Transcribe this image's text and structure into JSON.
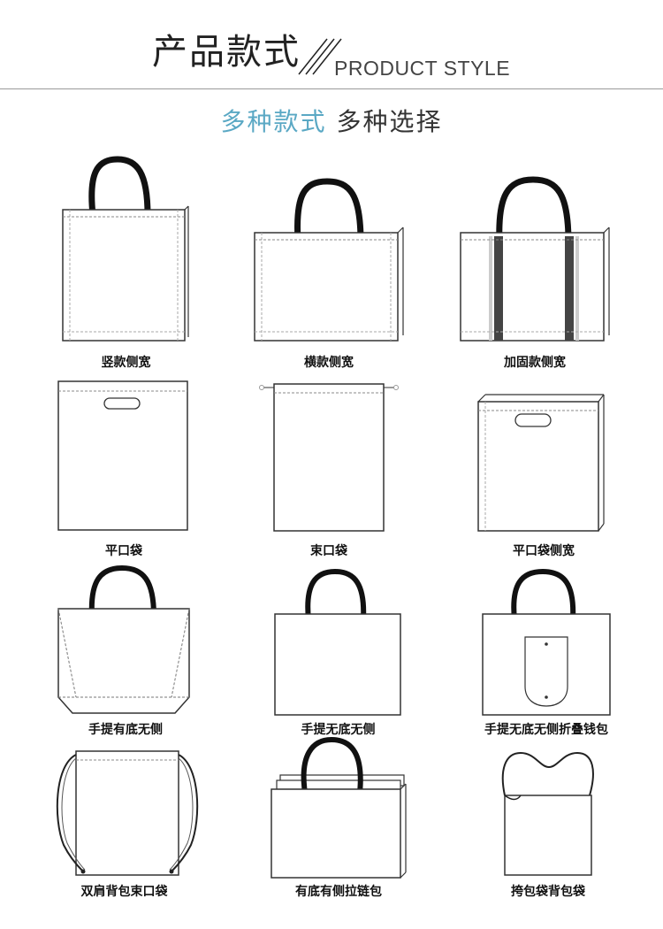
{
  "header": {
    "title_cn": "产品款式",
    "title_en": "PRODUCT STYLE",
    "subtitle_accent": "多种款式",
    "subtitle_plain": "多种选择"
  },
  "styles": [
    {
      "label": "竖款侧宽"
    },
    {
      "label": "横款侧宽"
    },
    {
      "label": "加固款侧宽"
    },
    {
      "label": "平口袋"
    },
    {
      "label": "束口袋"
    },
    {
      "label": "平口袋侧宽"
    },
    {
      "label": "手提有底无侧"
    },
    {
      "label": "手提无底无侧"
    },
    {
      "label": "手提无底无侧折叠钱包"
    },
    {
      "label": "双肩背包束口袋"
    },
    {
      "label": "有底有侧拉链包"
    },
    {
      "label": "挎包袋背包袋"
    }
  ],
  "colors": {
    "accent": "#5aa8c4",
    "line": "#333333",
    "handle": "#111111"
  }
}
